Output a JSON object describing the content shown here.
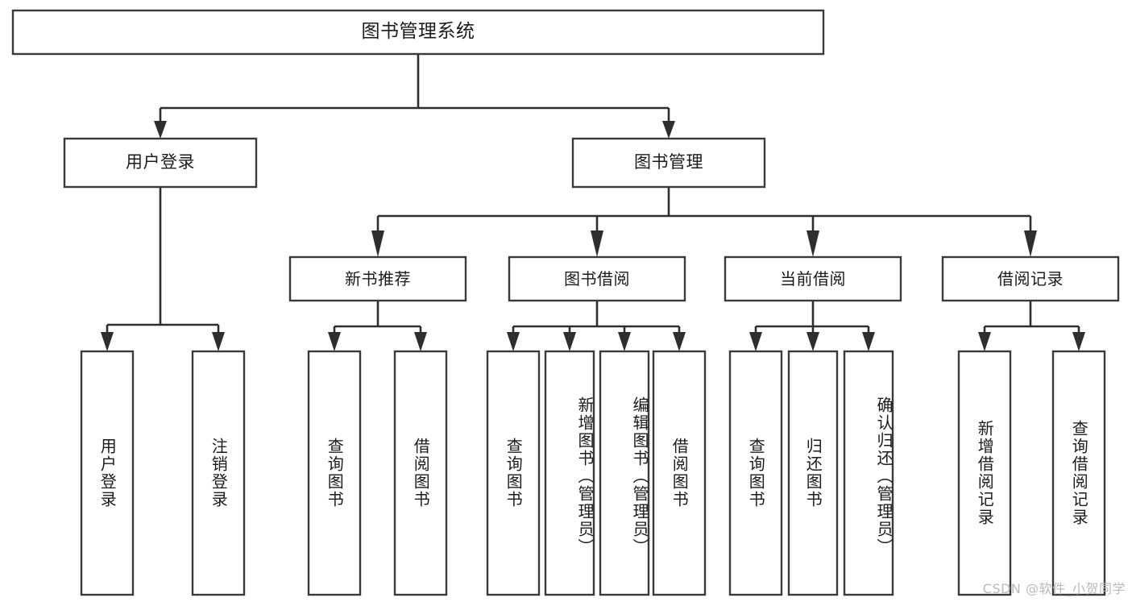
{
  "diagram": {
    "type": "tree-hierarchy-chart",
    "title": "图书管理系统",
    "orientation": "top-down",
    "colors": {
      "box_border": "#3a3a3a",
      "connector": "#2e2e2e",
      "background": "#ffffff",
      "text": "#1b1b1b",
      "watermark": "#b9b9b9"
    },
    "root": {
      "id": "root",
      "label": "图书管理系统",
      "text_direction": "horizontal"
    },
    "level1": [
      {
        "id": "user-login",
        "label": "用户登录",
        "text_direction": "horizontal"
      },
      {
        "id": "book-manage",
        "label": "图书管理",
        "text_direction": "horizontal"
      }
    ],
    "level2": [
      {
        "id": "new-book-recommend",
        "label": "新书推荐",
        "parent": "book-manage",
        "text_direction": "horizontal"
      },
      {
        "id": "book-borrow",
        "label": "图书借阅",
        "parent": "book-manage",
        "text_direction": "horizontal"
      },
      {
        "id": "current-borrow",
        "label": "当前借阅",
        "parent": "book-manage",
        "text_direction": "horizontal"
      },
      {
        "id": "borrow-record",
        "label": "借阅记录",
        "parent": "book-manage",
        "text_direction": "horizontal"
      }
    ],
    "leaves": [
      {
        "id": "leaf-user-login",
        "label": "用户登录",
        "parent": "user-login",
        "text_direction": "vertical"
      },
      {
        "id": "leaf-logout-login",
        "label": "注销登录",
        "parent": "user-login",
        "text_direction": "vertical"
      },
      {
        "id": "leaf-query-book-1",
        "label": "查询图书",
        "parent": "new-book-recommend",
        "text_direction": "vertical"
      },
      {
        "id": "leaf-borrow-book-1",
        "label": "借阅图书",
        "parent": "new-book-recommend",
        "text_direction": "vertical"
      },
      {
        "id": "leaf-query-book-2",
        "label": "查询图书",
        "parent": "book-borrow",
        "text_direction": "vertical"
      },
      {
        "id": "leaf-add-book-admin",
        "label": "新增图书（管理员）",
        "parent": "book-borrow",
        "text_direction": "vertical"
      },
      {
        "id": "leaf-edit-book-admin",
        "label": "编辑图书（管理员）",
        "parent": "book-borrow",
        "text_direction": "vertical"
      },
      {
        "id": "leaf-borrow-book-2",
        "label": "借阅图书",
        "parent": "book-borrow",
        "text_direction": "vertical"
      },
      {
        "id": "leaf-query-book-3",
        "label": "查询图书",
        "parent": "current-borrow",
        "text_direction": "vertical"
      },
      {
        "id": "leaf-return-book",
        "label": "归还图书",
        "parent": "current-borrow",
        "text_direction": "vertical"
      },
      {
        "id": "leaf-confirm-return",
        "label": "确认归还（管理员）",
        "parent": "current-borrow",
        "text_direction": "vertical"
      },
      {
        "id": "leaf-add-borrow-record",
        "label": "新增借阅记录",
        "parent": "borrow-record",
        "text_direction": "vertical"
      },
      {
        "id": "leaf-query-borrow-record",
        "label": "查询借阅记录",
        "parent": "borrow-record",
        "text_direction": "vertical"
      }
    ],
    "watermark": "CSDN @软件_小贺同学"
  }
}
